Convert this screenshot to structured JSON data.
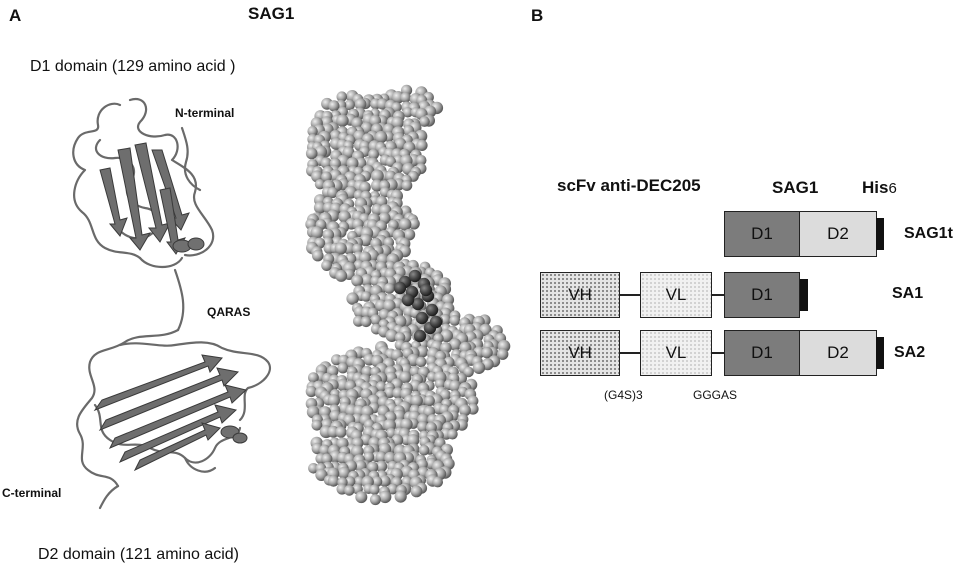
{
  "panel_a": {
    "letter": "A",
    "title": "SAG1",
    "d1_label": "D1 domain  (129 amino acid )",
    "d2_label": "D2 domain  (121 amino acid)",
    "n_terminal": "N-terminal",
    "c_terminal": "C-terminal",
    "linker_label": "QARAS"
  },
  "panel_b": {
    "letter": "B",
    "scfv_header": "scFv anti-DEC205",
    "sag1_header": "SAG1",
    "his_header": "His",
    "his_sub": "6",
    "rows": [
      {
        "label": "SAG1t",
        "boxes": [
          "D1",
          "D2"
        ]
      },
      {
        "label": "SA1",
        "boxes": [
          "VH",
          "VL",
          "D1"
        ]
      },
      {
        "label": "SA2",
        "boxes": [
          "VH",
          "VL",
          "D1",
          "D2"
        ]
      }
    ],
    "linker_g4s": "(G4S)3",
    "linker_gggas": "GGGAS"
  },
  "colors": {
    "d1": "#7c7c7c",
    "d2": "#dcdcdc",
    "tag": "#111111",
    "ribbon": "#707070",
    "sphere": "#a8a8a8",
    "sphere_dark": "#4a4a4a"
  }
}
